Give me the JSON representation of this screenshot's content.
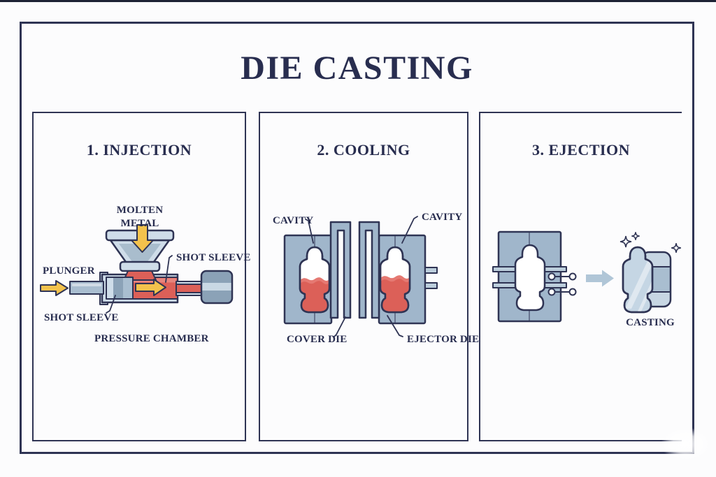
{
  "title": "DIE CASTING",
  "colors": {
    "outline": "#2f3454",
    "text": "#282d4f",
    "steel_light": "#cfdde9",
    "steel_mid": "#a9bed0",
    "steel_dark": "#8ba2b7",
    "die_blue": "#a0b6cb",
    "molten_red": "#dc6058",
    "molten_red_light": "#e8857d",
    "arrow_yellow": "#f3c24c",
    "arrow_blue": "#b0c6d7",
    "background": "#fcfcfd"
  },
  "panels": {
    "injection": {
      "title": "1. INJECTION",
      "labels": {
        "molten_line1": "MOLTEN",
        "molten_line2": "METAL",
        "plunger": "PLUNGER",
        "shot_sleeve_upper": "SHOT SLEEVE",
        "shot_sleeve_lower": "SHOT SLEEVE",
        "pressure_chamber": "PRESSURE CHAMBER"
      }
    },
    "cooling": {
      "title": "2. COOLING",
      "labels": {
        "cavity_left": "CAVITY",
        "cavity_right": "CAVITY",
        "cover_die": "COVER DIE",
        "ejector_die": "EJECTOR DIE"
      }
    },
    "ejection": {
      "title": "3. EJECTION",
      "labels": {
        "casting": "CASTING"
      }
    }
  }
}
